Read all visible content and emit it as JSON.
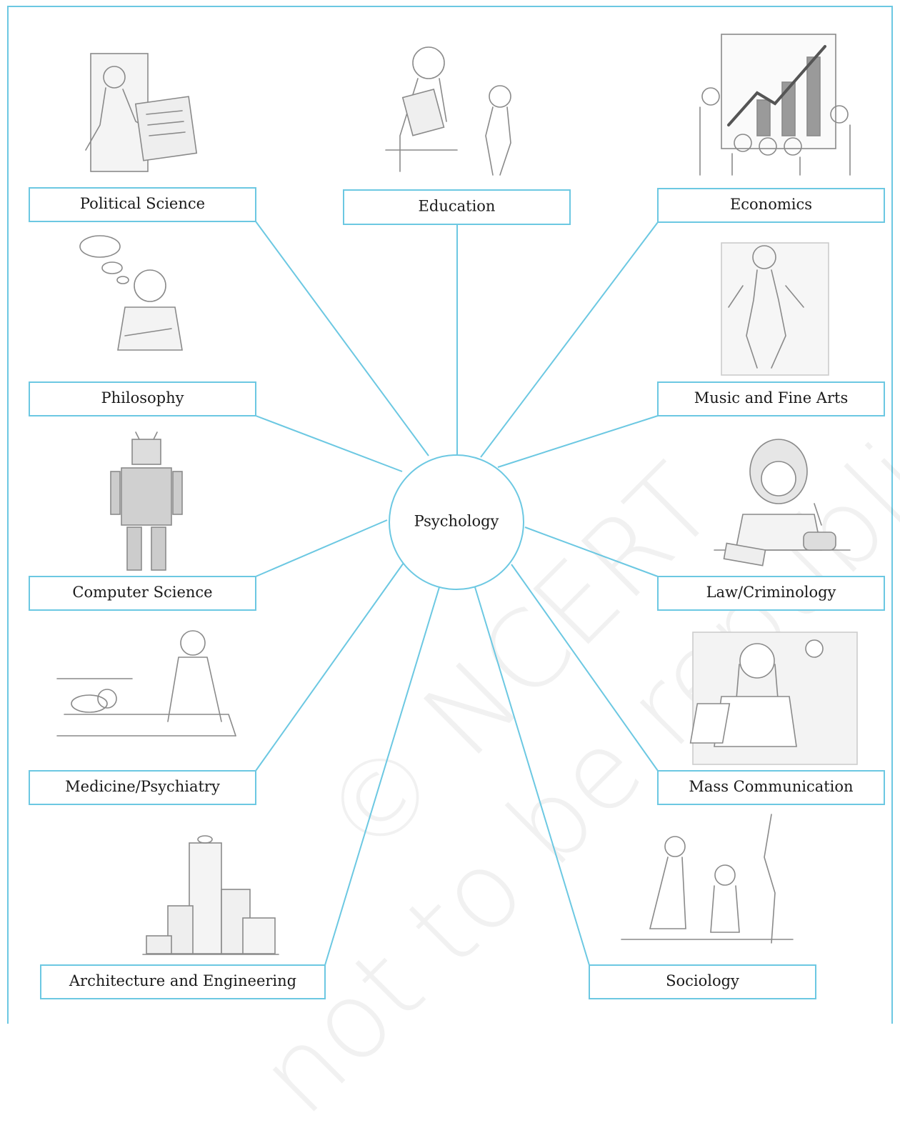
{
  "center": {
    "label": "Psychology"
  },
  "fields": [
    {
      "key": "political-science",
      "label": "Political Science",
      "illustration": "voting-machine-illustration"
    },
    {
      "key": "education",
      "label": "Education",
      "illustration": "teacher-student-illustration"
    },
    {
      "key": "economics",
      "label": "Economics",
      "illustration": "stock-chart-presentation-illustration"
    },
    {
      "key": "philosophy",
      "label": "Philosophy",
      "illustration": "thinking-man-illustration"
    },
    {
      "key": "music-fine-arts",
      "label": "Music and Fine Arts",
      "illustration": "dancer-illustration"
    },
    {
      "key": "computer-science",
      "label": "Computer Science",
      "illustration": "robot-illustration"
    },
    {
      "key": "law-criminology",
      "label": "Law/Criminology",
      "illustration": "judge-gavel-illustration"
    },
    {
      "key": "medicine-psychiatry",
      "label": "Medicine/Psychiatry",
      "illustration": "doctor-patient-illustration"
    },
    {
      "key": "mass-communication",
      "label": "Mass Communication",
      "illustration": "news-anchor-illustration"
    },
    {
      "key": "architecture-engineering",
      "label": "Architecture and Engineering",
      "illustration": "buildings-illustration"
    },
    {
      "key": "sociology",
      "label": "Sociology",
      "illustration": "village-conversation-illustration"
    }
  ],
  "watermark": {
    "line1": "© NCERT",
    "line2": "not to be republished"
  },
  "colors": {
    "line": "#6cc8e2",
    "text": "#1a1a1a",
    "sketch": "#8a8a8a"
  }
}
